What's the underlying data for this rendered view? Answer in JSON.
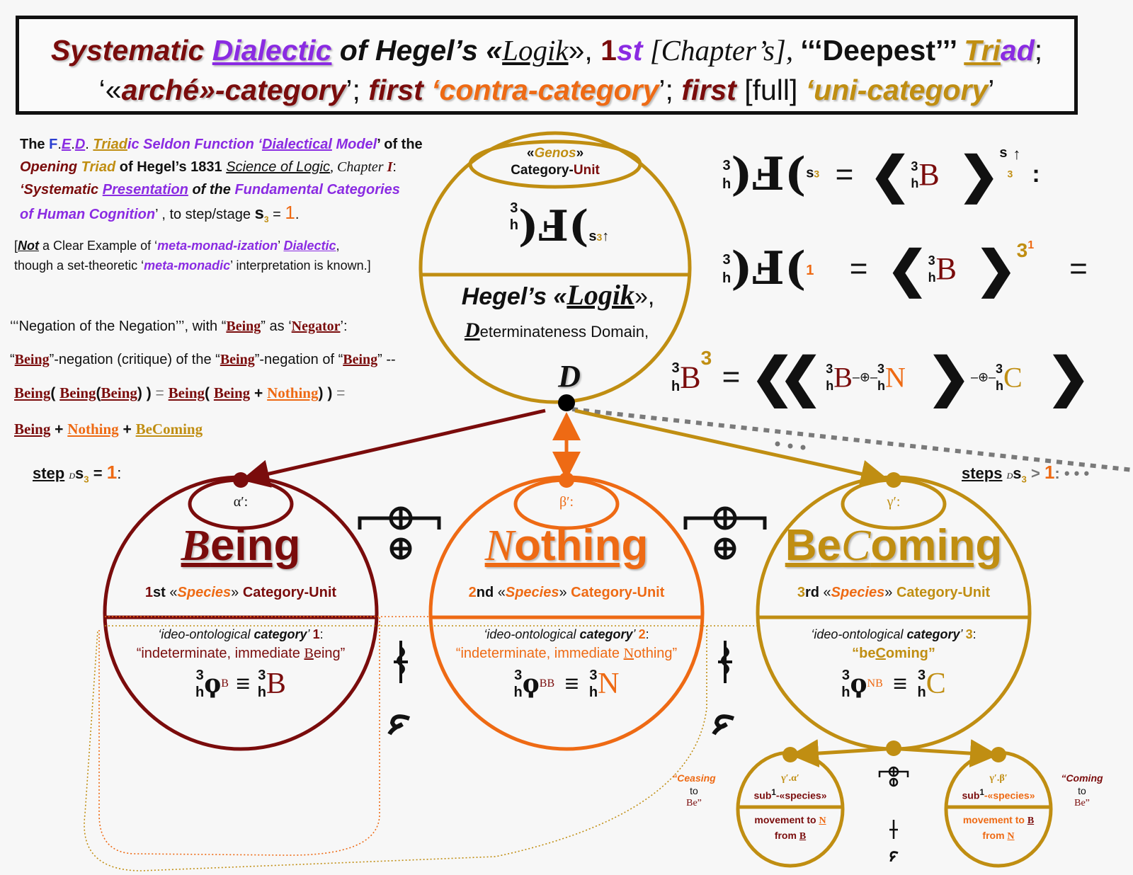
{
  "title": {
    "line1": {
      "systematic": "Systematic",
      "dialectic": "Dialectic",
      "of_hegels": " of Hegel’s «",
      "logik": "Logik",
      "close": "», ",
      "first_num": "1",
      "first_st": "st",
      "chapters": " [Chapter’s], ",
      "deepest": "‘‘‘Deepest’’’ ",
      "tri": "Tri",
      "ad": "ad",
      "semicolon": ";"
    },
    "line2": {
      "open": "‘«",
      "arche": "arché",
      "category1": "»-category",
      "sep1": "’; ",
      "first1": "first",
      "contra": " ‘contra-category",
      "sep2": "’; ",
      "first2": "first",
      "full": " [full] ",
      "uni": "‘uni-category",
      "close": "’"
    }
  },
  "intro": {
    "the": "The ",
    "f": "F",
    "e": "E",
    "d": "D",
    "triad": "Triad",
    "ic_seldon": "ic Seldon Function ‘",
    "dialectical": "Dialectical",
    "model": " Model",
    "of_the": "’  of the",
    "opening": "Opening ",
    "triad2": "Triad",
    "of_hegels": " of Hegel’s ",
    "year": "1831",
    "science": "Science of Logic",
    "chapter": ", Chapter ",
    "chapter_num": "I",
    "colon": ":",
    "systematic": "‘Systematic ",
    "presentation": "Presentation",
    "of_the2": " of the ",
    "fundamental": "Fundamental Categories",
    "human": "of Human Cognition",
    "to_step": "’ , to step/stage ",
    "s": "s",
    "three": "3",
    "equals": " =  ",
    "one": "1",
    "period": "."
  },
  "note": {
    "open": "[",
    "not": "Not",
    "clear": " a Clear Example of ‘",
    "metamonadization": "meta-monad-ization",
    "dialectic_pre": "’ ",
    "dialectic": "Dialectic",
    "comma": ",",
    "line2_a": "though a set-theoretic ‘",
    "metamonadic": "meta-monadic",
    "line2_b": "’ interpretation is known.]"
  },
  "negation": {
    "line1_a": "‘‘‘Negation of the Negation’’’, with “",
    "being": "Being",
    "line1_b": "” as ‘",
    "negator": "Negator",
    "line1_c": "’:",
    "line2_a": "“",
    "line2_b": "”-negation (critique) of the “",
    "line2_c": "”-negation of “",
    "line2_d": "” --",
    "formula1": {
      "being": "Being",
      "nothing": "Nothing",
      "open": "(",
      "close": ")",
      "plus": " + ",
      "eq": " = "
    },
    "formula2": {
      "being": "Being",
      "nothing": "Nothing",
      "becoming": "BeComing",
      "plus": " + "
    }
  },
  "step_label": {
    "step": "step",
    "s": "s",
    "three": "3",
    "eq": " =  ",
    "one": "1",
    "colon": ":"
  },
  "steps_label": {
    "steps": "steps",
    "s": "s",
    "three": "3",
    "gt": " > ",
    "one": "1",
    "colon": ":",
    "dots": " • • •"
  },
  "genos_circle": {
    "genos_open": "«",
    "genos": "Genos",
    "genos_close": "»",
    "category": "Category-",
    "unit": "Unit",
    "hegels": "Hegel’s «",
    "logik": "Logik",
    "logik_close": "»,",
    "d_letter": "D",
    "domain": "eterminateness Domain,",
    "node_label": "D",
    "sym_3": "3",
    "sym_h": "h",
    "sym_s": "s",
    "sym_sub": "3"
  },
  "equations": {
    "eq1": {
      "equals": "=",
      "colon": ":",
      "exp_s": "s",
      "exp_3": "3"
    },
    "eq2": {
      "equals": "=",
      "sub": "1",
      "exp": "3",
      "exp_sup": "1",
      "equals2": "="
    },
    "eq3": {
      "lhs_exp": "3",
      "equals": "="
    },
    "letters": {
      "B": "B",
      "N": "N",
      "C": "C",
      "h": "h",
      "three": "3",
      "D": "D"
    }
  },
  "species": [
    {
      "id": "being",
      "greek": "α′:",
      "name_first": "B",
      "name_rest": "eing",
      "ordinal_num": "1",
      "ordinal_suffix": "st",
      "species_open": " «",
      "species": "Species",
      "species_close": "» ",
      "category": "Category-Unit",
      "ideo": "‘ideo-ontological ",
      "ideo_bold": "category",
      "ideo_close": "’ ",
      "ideo_num": "1",
      "quote": "“indeterminate, immediate ",
      "quote_u": "B",
      "quote_rest": "eing”",
      "sub": "B",
      "letter": "B",
      "color": "#7a0c0c"
    },
    {
      "id": "nothing",
      "greek": "β′:",
      "name_first": "N",
      "name_rest": "othing",
      "ordinal_num": "2",
      "ordinal_suffix": "nd",
      "species_open": " «",
      "species": "Species",
      "species_close": "» ",
      "category": "Category-Unit",
      "ideo": "‘ideo-ontological ",
      "ideo_bold": "category",
      "ideo_close": "’ ",
      "ideo_num": "2",
      "quote": "“indeterminate, immediate ",
      "quote_u": "N",
      "quote_rest": "othing”",
      "sub": "BB",
      "letter": "N",
      "color": "#ee6a14"
    },
    {
      "id": "becoming",
      "greek": "γ′:",
      "name_first": "Be",
      "name_rest": "oming",
      "name_mid": "C",
      "ordinal_num": "3",
      "ordinal_suffix": "rd",
      "species_open": " «",
      "species": "Species",
      "species_close": "» ",
      "category": "Category-Unit",
      "ideo": "‘ideo-ontological ",
      "ideo_bold": "category",
      "ideo_close": "’ ",
      "ideo_num": "3",
      "quote": "“be",
      "quote_u": "C",
      "quote_rest": "oming”",
      "sub": "NB",
      "letter": "C",
      "color": "#c08e12"
    }
  ],
  "sub_species": [
    {
      "greek": "γ′.α′",
      "sub": "sub",
      "sup": "1",
      "species": "-«species»",
      "movement": "movement to ",
      "to_letter": "N",
      "from": "from ",
      "from_letter": "B",
      "side_quote": "“Ceasing",
      "side_to": "to",
      "side_be": "Be”"
    },
    {
      "greek": "γ′.β′",
      "sub": "sub",
      "sup": "1",
      "species": "-«species»",
      "movement": "movement to ",
      "to_letter": "B",
      "from": "from ",
      "from_letter": "N",
      "side_quote": "“Coming",
      "side_to": "to",
      "side_be": "Be”"
    }
  ],
  "colors": {
    "maroon": "#7a0c0c",
    "orange": "#ee6a14",
    "gold": "#c08e12",
    "purple": "#8a2be2",
    "blue": "#2a3fd0",
    "gray": "#777777"
  }
}
